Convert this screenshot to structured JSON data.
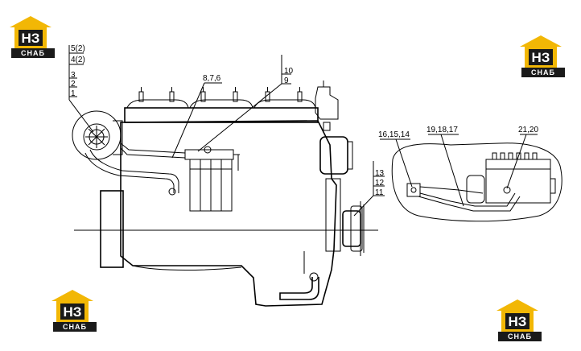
{
  "logo": {
    "mark": "НЗ",
    "brand": "СНАБ",
    "colors": {
      "roof": "#f2b705",
      "plate": "#1a1a1a",
      "text": "#ffffff"
    }
  },
  "callouts": {
    "c5_2": "5(2)",
    "c4_2": "4(2)",
    "c3": "3",
    "c2": "2",
    "c1": "1",
    "c8_7_6": "8,7,6",
    "c10": "10",
    "c9": "9",
    "c13": "13",
    "c12": "12",
    "c11": "11",
    "c16_15_14": "16,15,14",
    "c19_18_17": "19,18,17",
    "c21_20": "21,20"
  }
}
